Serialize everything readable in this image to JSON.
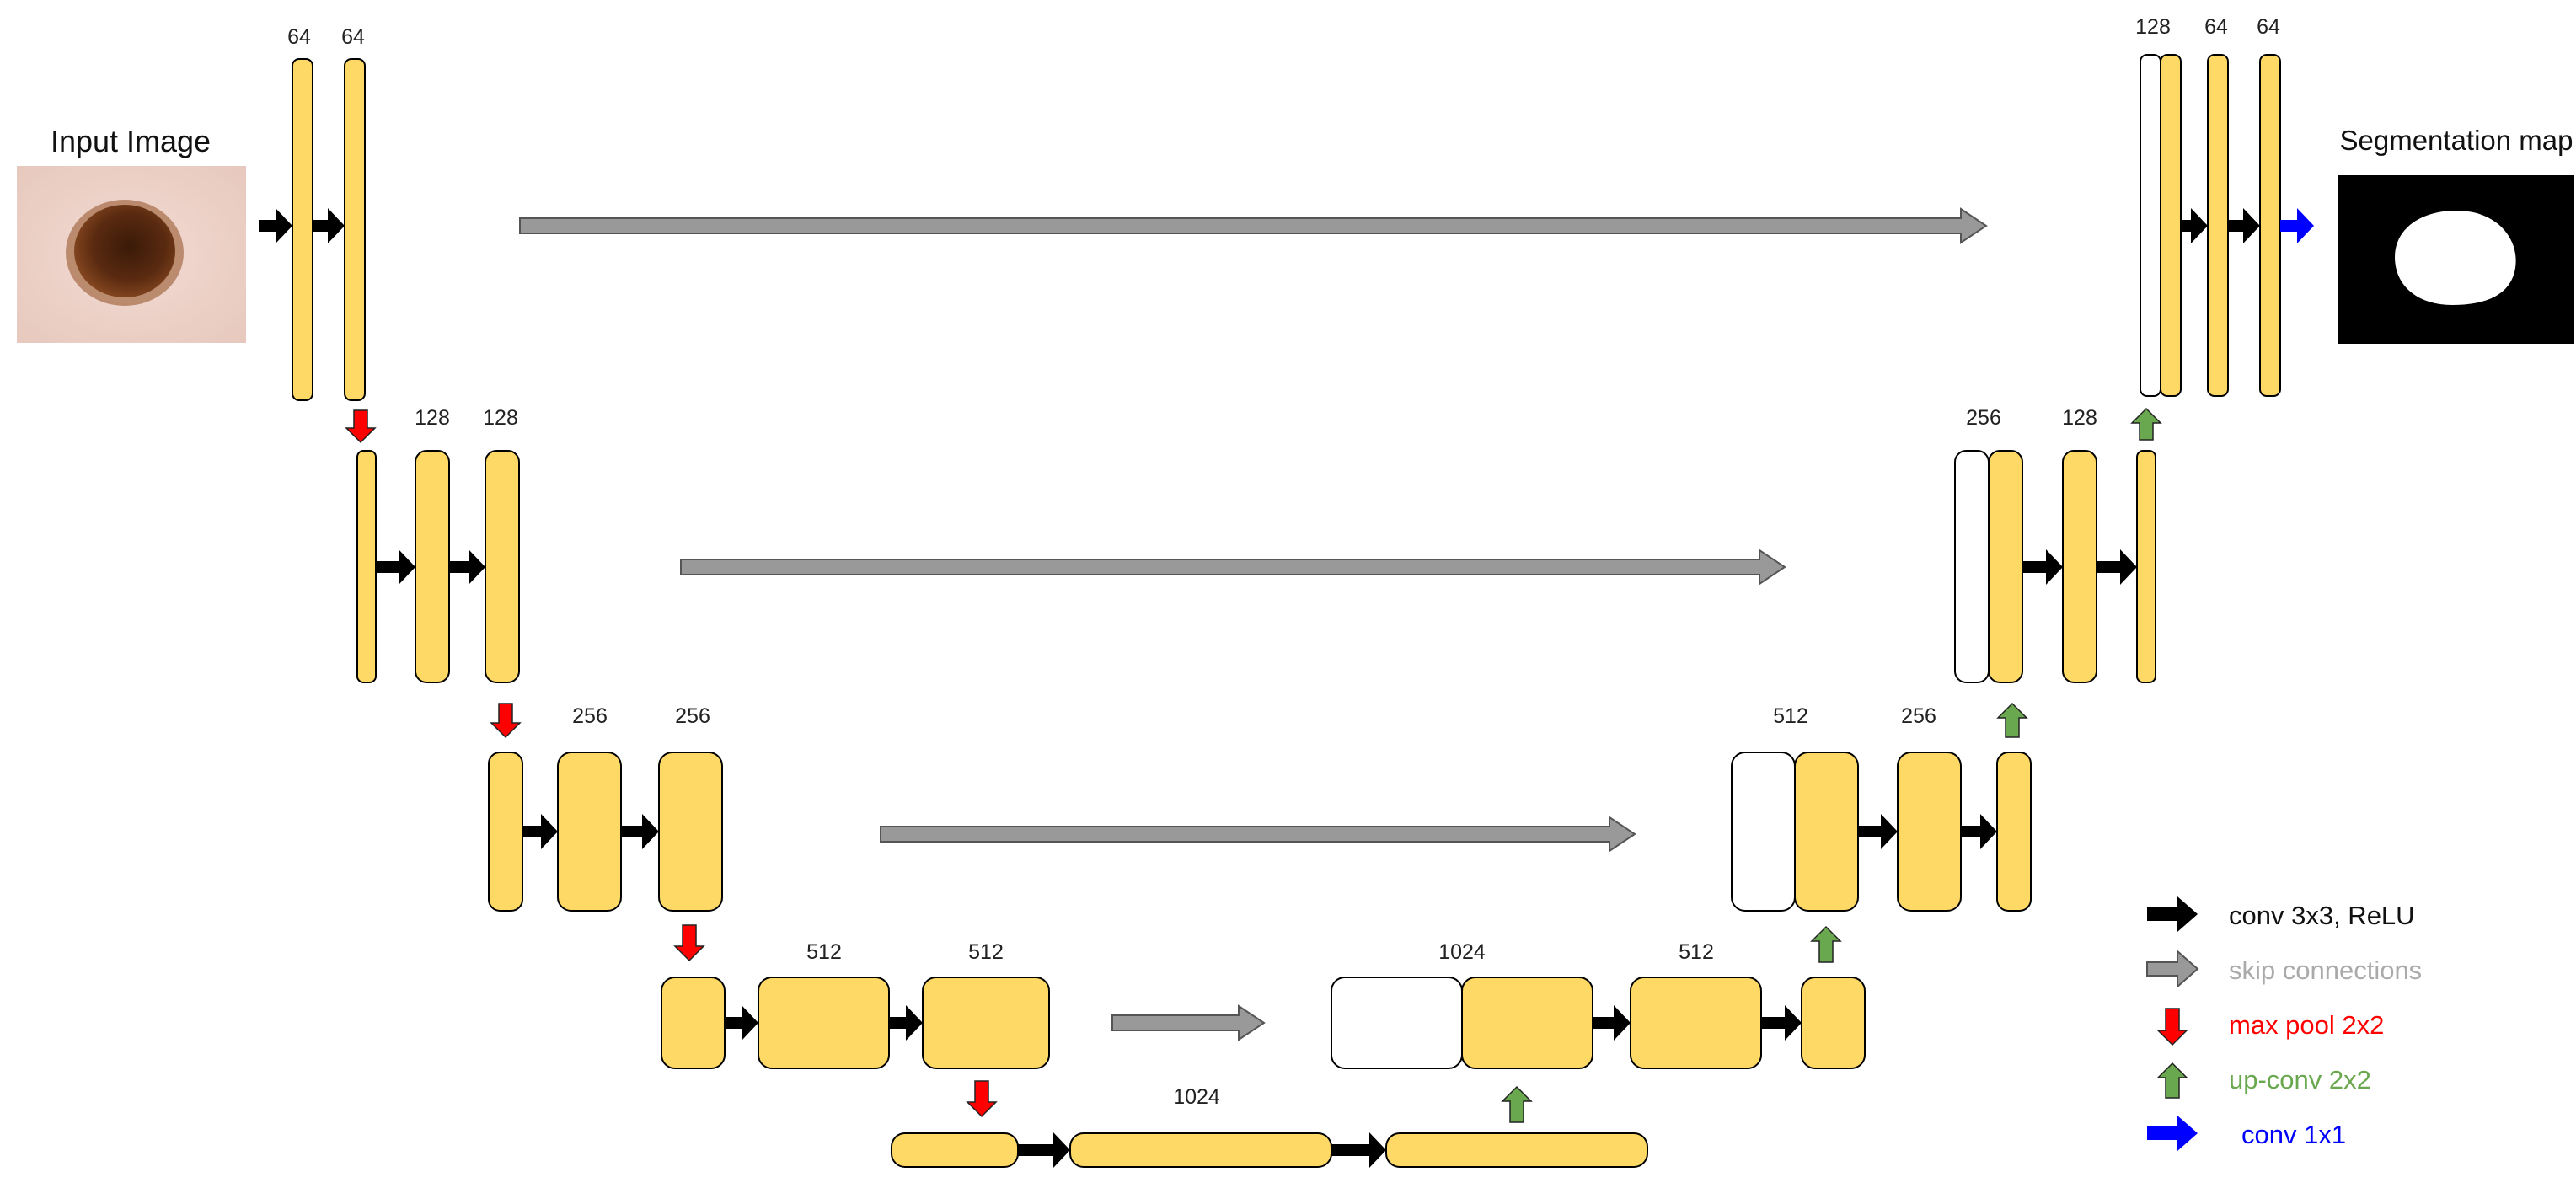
{
  "labels": {
    "input_image": "Input Image",
    "segmentation_map": "Segmentation map"
  },
  "channels": {
    "enc1a": "64",
    "enc1b": "64",
    "enc2a": "128",
    "enc2b": "128",
    "enc3a": "256",
    "enc3b": "256",
    "enc4a": "512",
    "enc4b": "512",
    "bottleneck": "1024",
    "dec4_concat": "1024",
    "dec4_out": "512",
    "dec3_concat": "512",
    "dec3_out": "256",
    "dec2_concat": "256",
    "dec2_out": "128",
    "dec1_concat": "128",
    "dec1_a": "64",
    "dec1_b": "64"
  },
  "legend": [
    {
      "key": "conv",
      "label": "conv 3x3, ReLU",
      "color": "#000000"
    },
    {
      "key": "skip",
      "label": "skip connections",
      "color": "#aaaaaa"
    },
    {
      "key": "pool",
      "label": "max pool 2x2",
      "color": "#ff0000"
    },
    {
      "key": "upconv",
      "label": "up-conv 2x2",
      "color": "#6aa84f"
    },
    {
      "key": "conv1x1",
      "label": "conv 1x1",
      "color": "#0000ff"
    }
  ],
  "colors": {
    "feature_map": "#ffd966",
    "conv_arrow": "#000000",
    "skip_arrow": "#999999",
    "pool_arrow": "#ff0000",
    "upconv_arrow": "#6aa84f",
    "conv1x1_arrow": "#0000ff"
  }
}
